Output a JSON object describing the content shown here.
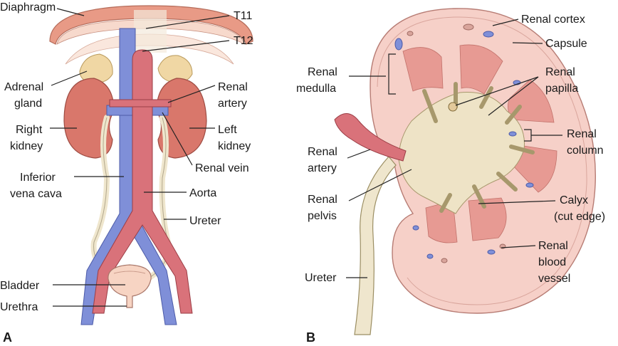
{
  "panel_a": {
    "letter": "A",
    "labels": {
      "diaphragm": "Diaphragm",
      "t11": "T11",
      "t12": "T12",
      "adrenal_1": "Adrenal",
      "adrenal_2": "gland",
      "renal_artery_1": "Renal",
      "renal_artery_2": "artery",
      "right_kidney_1": "Right",
      "right_kidney_2": "kidney",
      "left_kidney_1": "Left",
      "left_kidney_2": "kidney",
      "renal_vein": "Renal vein",
      "ivc_1": "Inferior",
      "ivc_2": "vena cava",
      "aorta": "Aorta",
      "ureter": "Ureter",
      "bladder": "Bladder",
      "urethra": "Urethra"
    }
  },
  "panel_b": {
    "letter": "B",
    "labels": {
      "renal_cortex": "Renal cortex",
      "capsule": "Capsule",
      "medulla_1": "Renal",
      "medulla_2": "medulla",
      "papilla_1": "Renal",
      "papilla_2": "papilla",
      "column_1": "Renal",
      "column_2": "column",
      "artery_1": "Renal",
      "artery_2": "artery",
      "pelvis_1": "Renal",
      "pelvis_2": "pelvis",
      "calyx_1": "Calyx",
      "calyx_2": "(cut edge)",
      "ureter": "Ureter",
      "vessel_1": "Renal",
      "vessel_2": "blood",
      "vessel_3": "vessel"
    }
  },
  "colors": {
    "kidney": "#d9776b",
    "adrenal": "#f0d7a4",
    "vein": "#7f8fd8",
    "artery": "#d9727a",
    "ureter": "#efe6cd",
    "cortex": "#f6d0c8",
    "pelvis": "#eee3c6",
    "pyramid": "#e79a93",
    "diaphragm": "#f7d9cc"
  }
}
